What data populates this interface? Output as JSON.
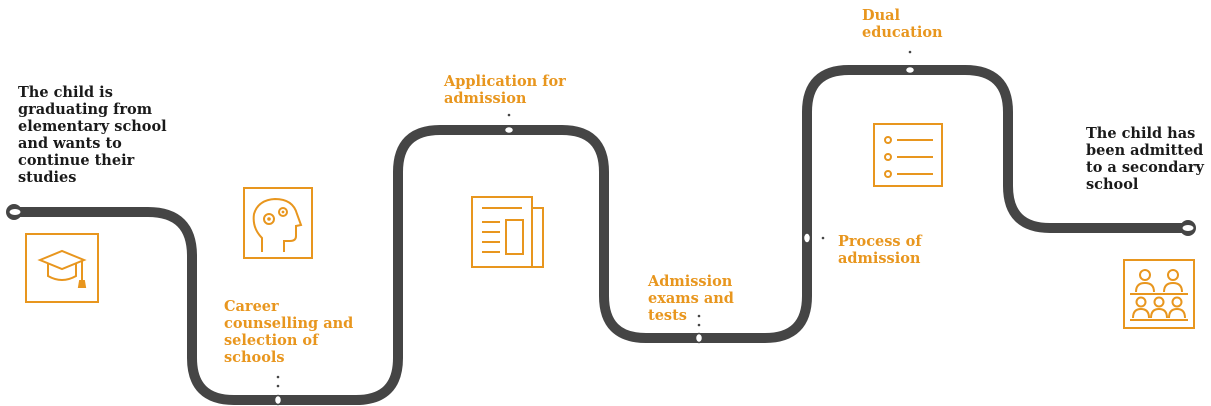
{
  "colors": {
    "road": "#454545",
    "accent": "#e8961e",
    "text_dark": "#1a1a1a",
    "node_fill": "#ffffff"
  },
  "steps": {
    "start": {
      "label": "The child is\ngraduating from\nelementary school\nand wants to\ncontinue their\nstudies",
      "icon": "graduation-cap-icon"
    },
    "career": {
      "label": "Career\ncounselling and\nselection of\nschools",
      "icon": "head-gears-icon"
    },
    "application": {
      "label": "Application for\nadmission",
      "icon": "newspaper-form-icon"
    },
    "exams": {
      "label": "Admission\nexams and\ntests"
    },
    "process": {
      "label": "Process of\nadmission"
    },
    "dual": {
      "label": "Dual\neducation",
      "icon": "checklist-icon"
    },
    "end": {
      "label": "The child has\nbeen admitted\nto a secondary\nschool",
      "icon": "classroom-icon"
    }
  }
}
